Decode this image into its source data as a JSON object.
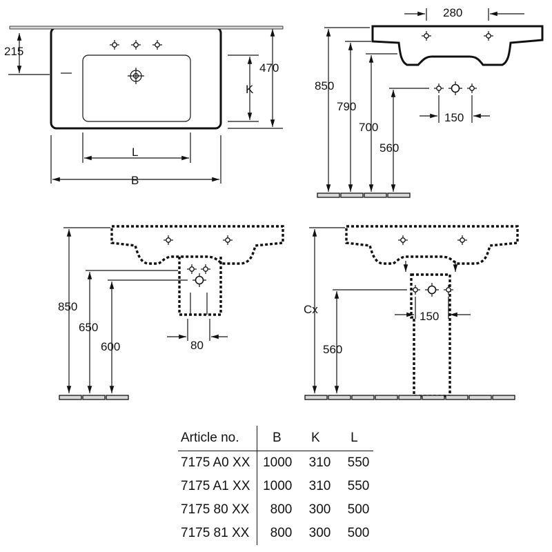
{
  "top_view": {
    "dim_depth_tap": "215",
    "dim_depth": "470",
    "dim_bowl_depth": "K",
    "dim_bowl_width": "L",
    "dim_width": "B"
  },
  "side_view": {
    "dim_tap_spacing": "280",
    "dim_height_850": "850",
    "dim_height_790": "790",
    "dim_height_700": "700",
    "dim_height_560": "560",
    "dim_valve_spacing": "150"
  },
  "front_view_siphon": {
    "dim_height_850": "850",
    "dim_height_650": "650",
    "dim_height_600": "600",
    "dim_siphon_width": "80"
  },
  "front_view_pedestal": {
    "dim_height_cx": "Cx",
    "dim_height_560": "560",
    "dim_valve_spacing": "150"
  },
  "table": {
    "headers": [
      "Article no.",
      "B",
      "K",
      "L"
    ],
    "rows": [
      {
        "article": "7175 A0 XX",
        "b": "1000",
        "k": "310",
        "l": "550"
      },
      {
        "article": "7175 A1 XX",
        "b": "1000",
        "k": "310",
        "l": "550"
      },
      {
        "article": "7175 80 XX",
        "b": "800",
        "k": "300",
        "l": "500"
      },
      {
        "article": "7175 81 XX",
        "b": "800",
        "k": "300",
        "l": "500"
      }
    ]
  }
}
